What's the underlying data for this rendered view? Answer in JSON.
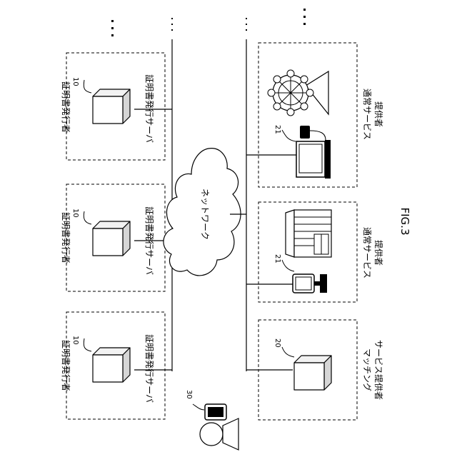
{
  "issuers": [
    {
      "role": "証明書発行者",
      "device": "証明書発行サーバ",
      "ref": "10"
    },
    {
      "role": "証明書発行者",
      "device": "証明書発行サーバ",
      "ref": "10"
    },
    {
      "role": "証明書発行者",
      "device": "証明書発行サーバ",
      "ref": "10"
    }
  ],
  "network": {
    "label": "ネットワーク"
  },
  "providers": [
    {
      "role_line1": "通常サービス",
      "role_line2": "提供者",
      "ref": "21",
      "icon": "ferris-wheel-icon"
    },
    {
      "role_line1": "通常サービス",
      "role_line2": "提供者",
      "ref": "21",
      "icon": "shop-icon"
    },
    {
      "role_line1": "マッチング",
      "role_line2": "サービス提供者",
      "ref": "20",
      "icon": "server-cube-icon"
    }
  ],
  "user": {
    "ref": "30",
    "icon": "user-with-phone-icon"
  },
  "figure": {
    "caption": "FIG.3"
  }
}
